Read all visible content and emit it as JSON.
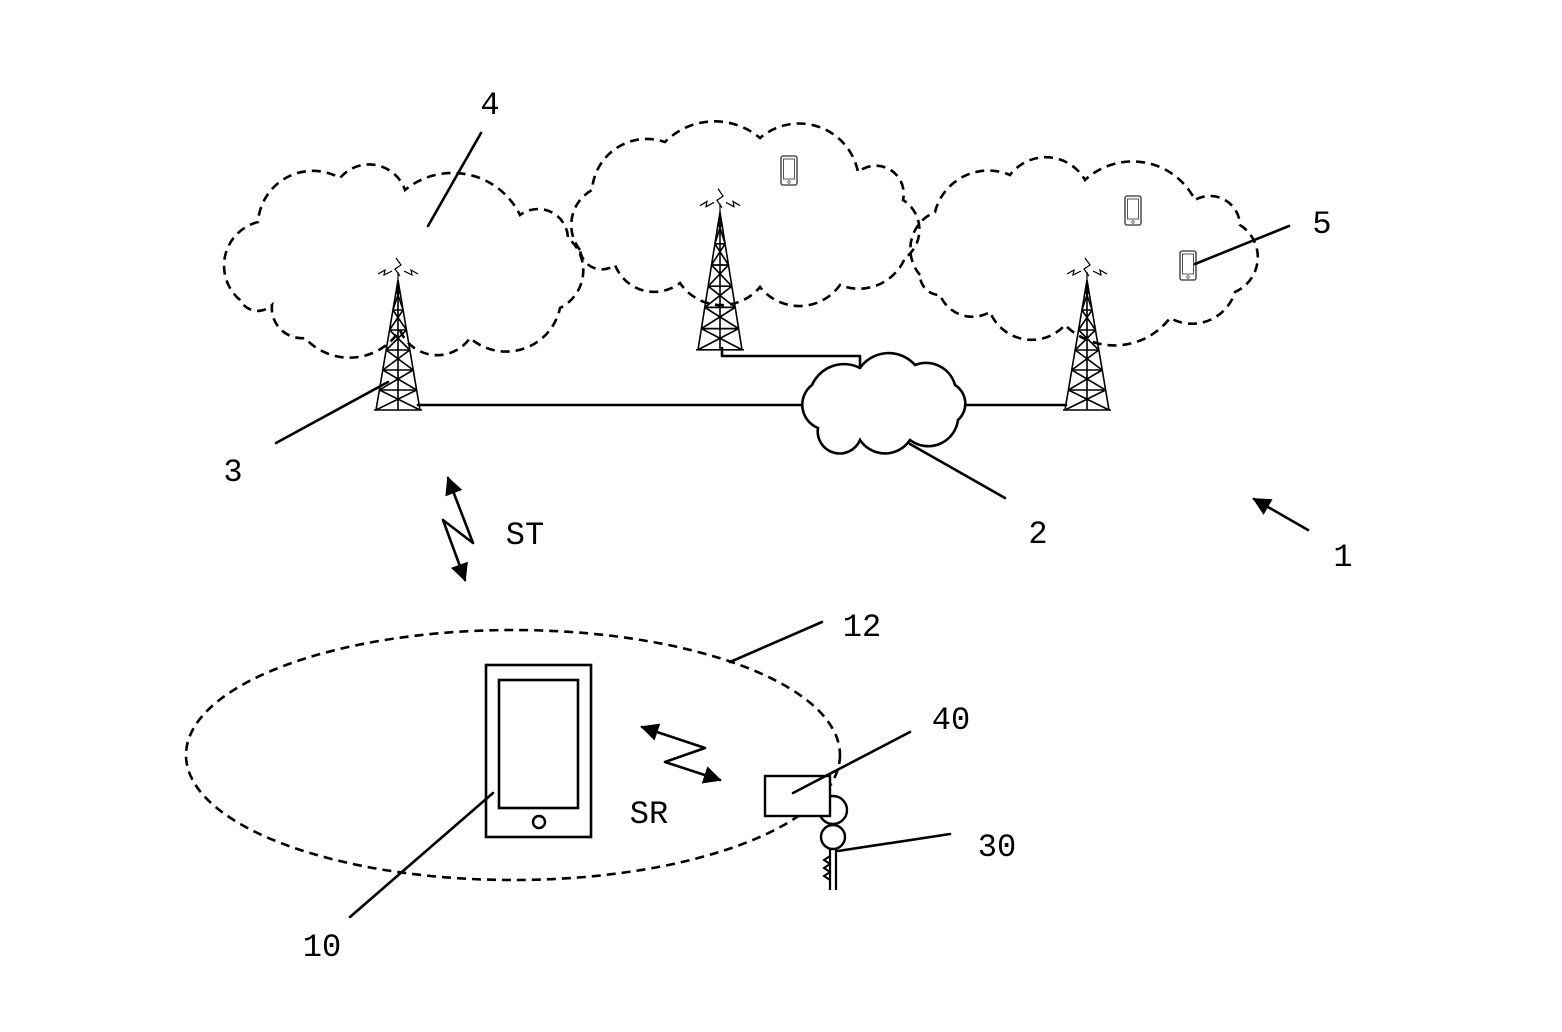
{
  "figure": {
    "labels": {
      "system": "1",
      "core_network": "2",
      "base_station": "3",
      "cell": "4",
      "terminal": "5",
      "mobile_device": "10",
      "short_range_zone": "12",
      "key": "30",
      "tag": "40",
      "long_range_link": "ST",
      "short_range_link": "SR"
    }
  },
  "colors": {
    "stroke": "#000000",
    "background": "#ffffff",
    "small_phone_stroke": "#555555"
  }
}
